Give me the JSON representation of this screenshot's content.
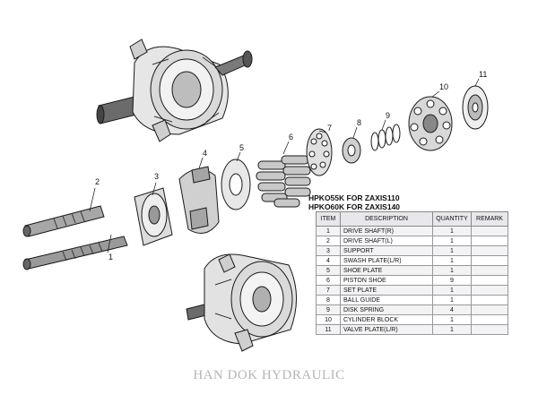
{
  "title_lines": [
    "HPKO55K FOR ZAXIS110",
    "HPKO60K FOR ZAXIS140"
  ],
  "table": {
    "headers": [
      "ITEM",
      "DESCRIPTION",
      "QUANTITY",
      "REMARK"
    ],
    "rows": [
      {
        "item": "1",
        "description": "DRIVE SHAFT(R)",
        "quantity": "1",
        "remark": ""
      },
      {
        "item": "2",
        "description": "DRIVE SHAFT(L)",
        "quantity": "1",
        "remark": ""
      },
      {
        "item": "3",
        "description": "SUPPORT",
        "quantity": "1",
        "remark": ""
      },
      {
        "item": "4",
        "description": "SWASH PLATE(L/R)",
        "quantity": "1",
        "remark": ""
      },
      {
        "item": "5",
        "description": "SHOE PLATE",
        "quantity": "1",
        "remark": ""
      },
      {
        "item": "6",
        "description": "PISTON SHOE",
        "quantity": "9",
        "remark": ""
      },
      {
        "item": "7",
        "description": "SET PLATE",
        "quantity": "1",
        "remark": ""
      },
      {
        "item": "8",
        "description": "BALL GUIDE",
        "quantity": "1",
        "remark": ""
      },
      {
        "item": "9",
        "description": "DISK SPRING",
        "quantity": "4",
        "remark": ""
      },
      {
        "item": "10",
        "description": "CYLINDER BLOCK",
        "quantity": "1",
        "remark": ""
      },
      {
        "item": "11",
        "description": "VALVE PLATE(L/R)",
        "quantity": "1",
        "remark": ""
      }
    ]
  },
  "callouts": [
    "1",
    "2",
    "3",
    "4",
    "5",
    "6",
    "7",
    "8",
    "9",
    "10",
    "11"
  ],
  "watermark": "HAN DOK HYDRAULIC"
}
